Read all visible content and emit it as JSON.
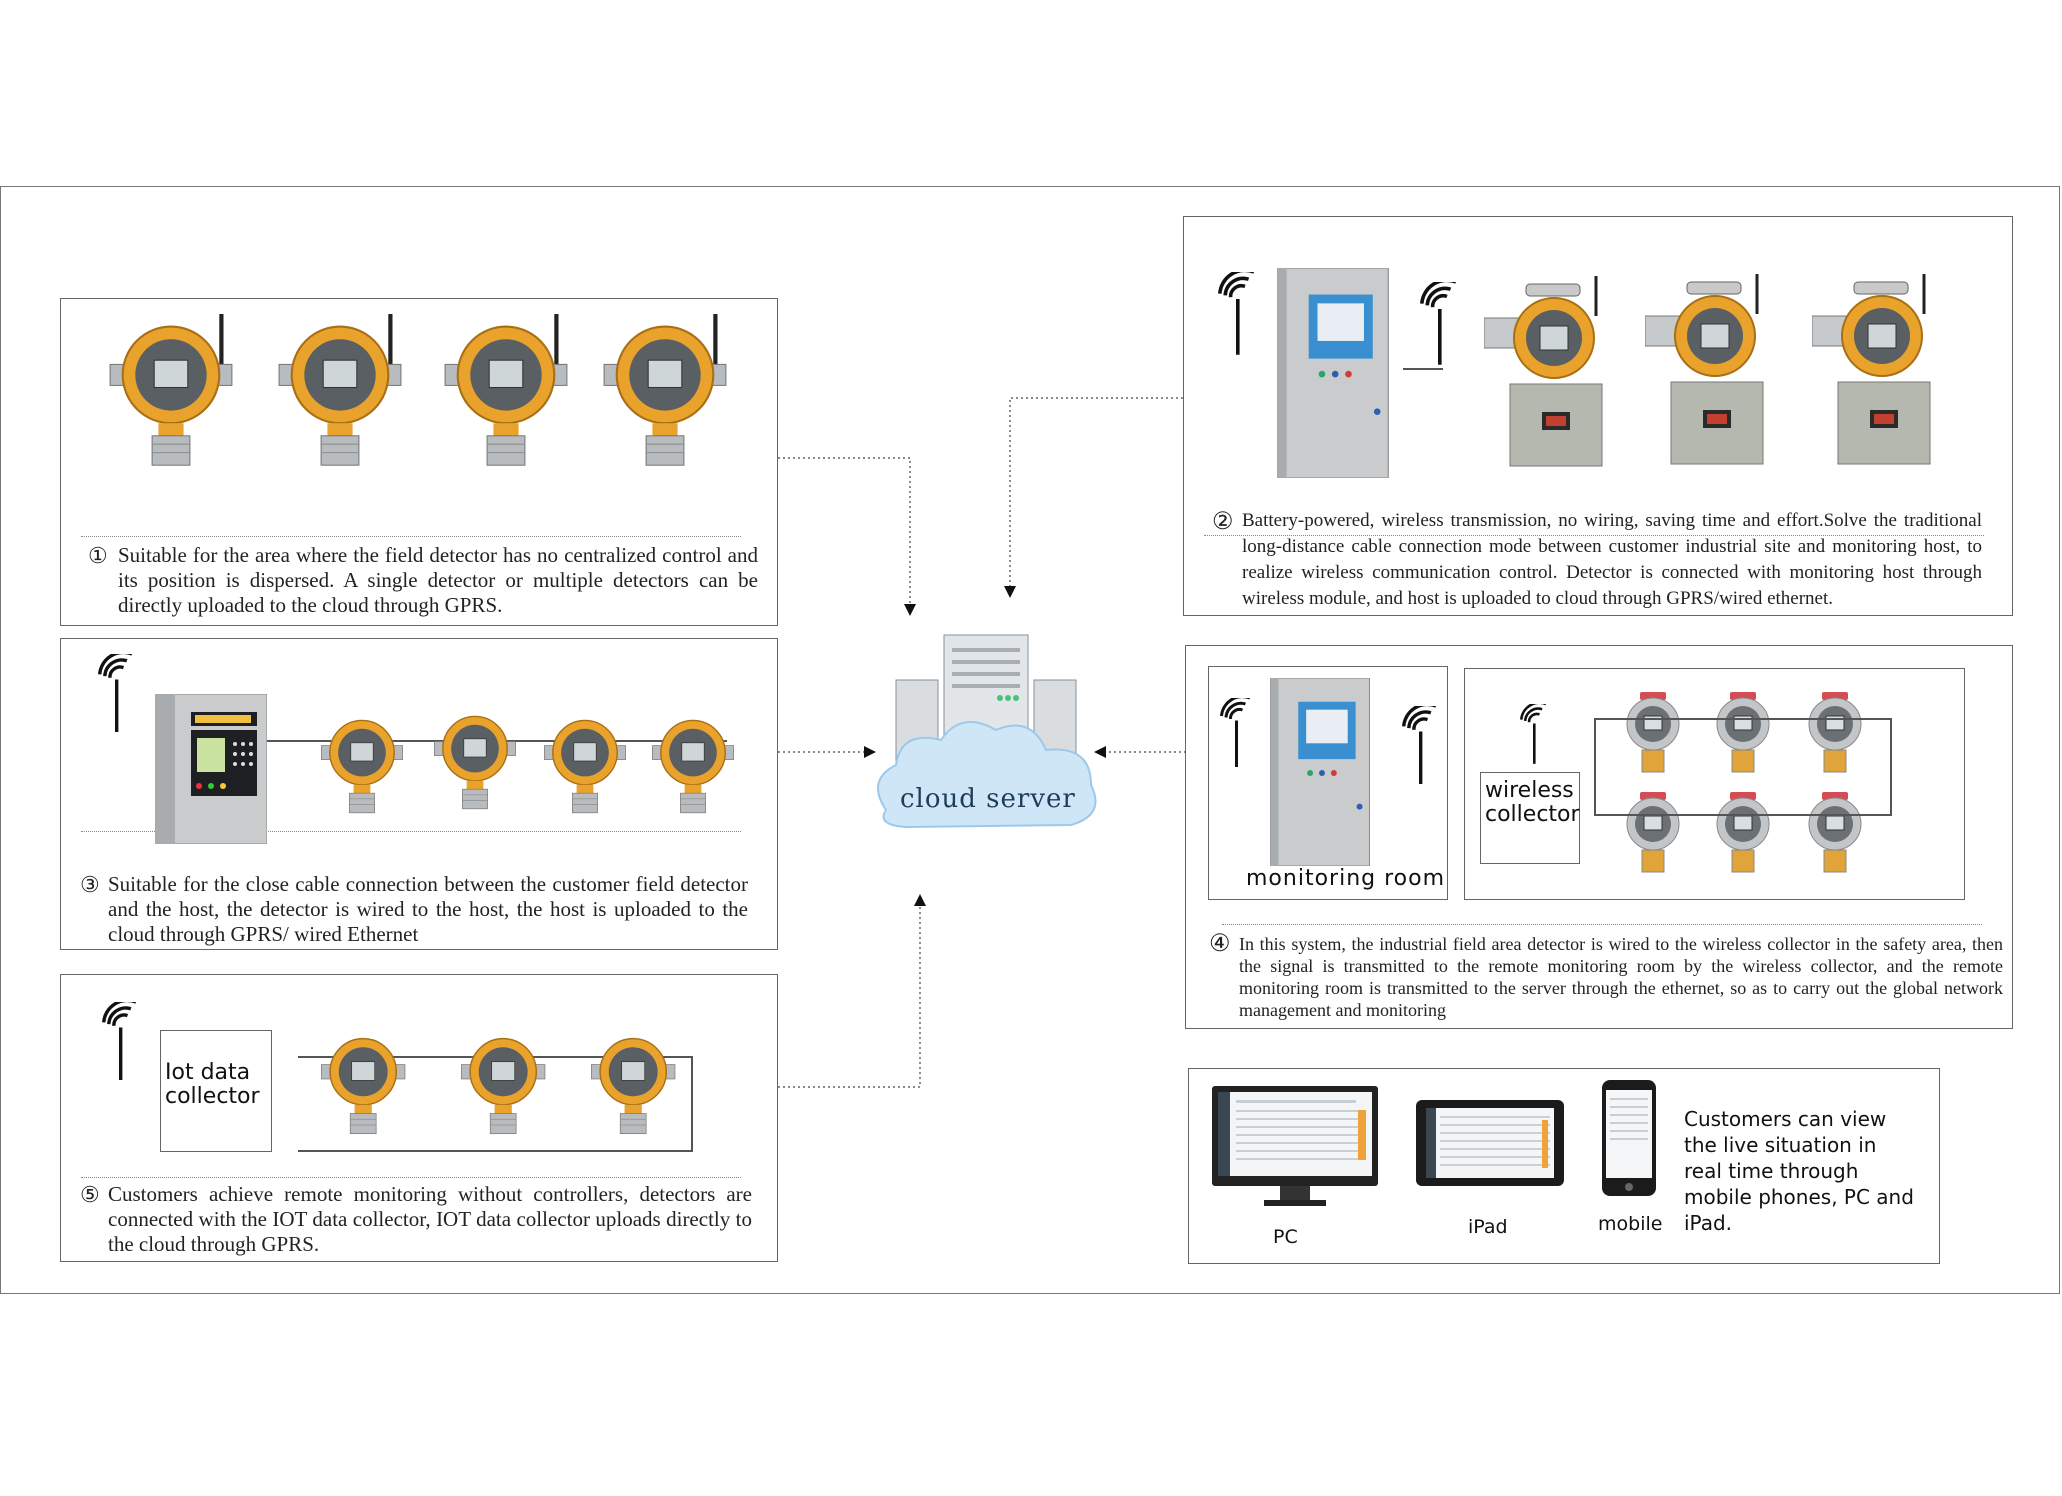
{
  "center": {
    "label": "cloud server"
  },
  "panel1": {
    "num": "①",
    "text": "Suitable for the area where the field detector has no centralized control and its position is dispersed. A single detector or multiple detectors can be directly uploaded to the cloud through GPRS."
  },
  "panel2": {
    "num": "②",
    "text": "Battery-powered, wireless transmission, no wiring, saving time and effort.Solve the traditional long-distance cable connection mode between customer industrial site and monitoring host, to realize wireless communication control. Detector is connected with monitoring host through wireless module, and host is uploaded to cloud through GPRS/wired ethernet."
  },
  "panel3": {
    "num": "③",
    "text": "Suitable for the close cable connection between the customer field detector and the host, the detector is wired to the host, the host is uploaded to the cloud through GPRS/ wired Ethernet"
  },
  "panel4": {
    "num": "④",
    "text": "In this system, the industrial field area detector is wired to the wireless collector in the safety area, then the signal is transmitted to the remote monitoring room by the wireless collector, and the remote monitoring room is transmitted to the server through the ethernet, so as to carry out the global network management and monitoring",
    "monitoring_room": "monitoring room",
    "wireless_collector": "wireless collector"
  },
  "panel5": {
    "num": "⑤",
    "text": "Customers achieve remote monitoring without controllers, detectors are connected with the IOT data collector, IOT data collector uploads directly to the cloud through GPRS.",
    "collector": "Iot data collector"
  },
  "devices": {
    "pc": "PC",
    "ipad": "iPad",
    "mobile": "mobile",
    "text": "Customers can view the live situation in real time through mobile phones, PC and iPad."
  },
  "colors": {
    "detector_body": "#e9a22c",
    "detector_dark": "#5a5f63",
    "cabinet": "#c9cbcc",
    "screen_blue": "#3a8fd0",
    "cloud": "#cfe6f7"
  }
}
